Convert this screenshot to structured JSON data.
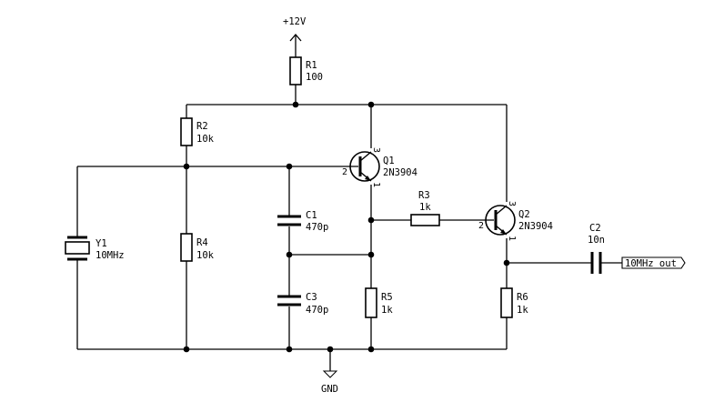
{
  "power": {
    "vcc_label": "+12V",
    "gnd_label": "GND"
  },
  "components": {
    "R1": {
      "ref": "R1",
      "value": "100"
    },
    "R2": {
      "ref": "R2",
      "value": "10k"
    },
    "R3": {
      "ref": "R3",
      "value": "1k"
    },
    "R4": {
      "ref": "R4",
      "value": "10k"
    },
    "R5": {
      "ref": "R5",
      "value": "1k"
    },
    "R6": {
      "ref": "R6",
      "value": "1k"
    },
    "C1": {
      "ref": "C1",
      "value": "470p"
    },
    "C2": {
      "ref": "C2",
      "value": "10n"
    },
    "C3": {
      "ref": "C3",
      "value": "470p"
    },
    "Y1": {
      "ref": "Y1",
      "value": "10MHz"
    },
    "Q1": {
      "ref": "Q1",
      "value": "2N3904",
      "pins": {
        "base": "2",
        "collector": "3",
        "emitter": "1"
      }
    },
    "Q2": {
      "ref": "Q2",
      "value": "2N3904",
      "pins": {
        "base": "2",
        "collector": "3",
        "emitter": "1"
      }
    }
  },
  "output_port": {
    "label": "10MHz_out"
  }
}
